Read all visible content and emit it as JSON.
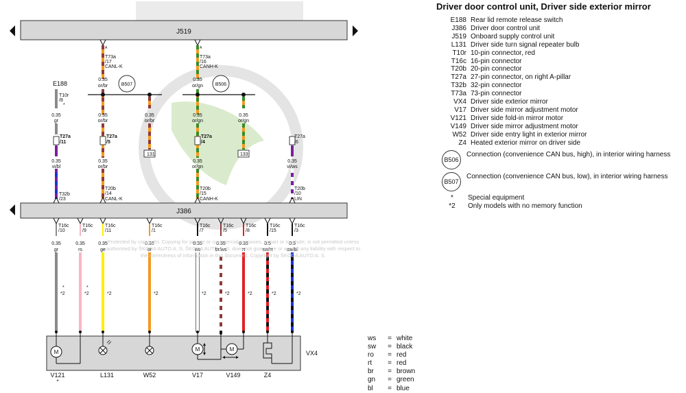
{
  "title": "Driver door control unit, Driver side exterior mirror",
  "watermark": "Protected by copyright. Copying for private or commercial purposes, in part or in whole, is not permitted unless authorised by ŠKODA AUTO A. S. ŠKODA AUTO A. S. does not guarantee or accept any liability with respect to the correctness of information in this document. Copyright by ŠKODA AUTO A. S.",
  "bars": {
    "top": "J519",
    "middle": "J386"
  },
  "components": {
    "e188": "E188",
    "e188_star": "*",
    "vx4": "VX4",
    "bottom": [
      "V121",
      "L131",
      "W52",
      "V17",
      "V149",
      "Z4"
    ],
    "v121_star": "*",
    "b507": "B507",
    "b506": "B506",
    "box131": "131",
    "box133": "133",
    "pin_a": "A"
  },
  "upper_wires": [
    {
      "conn1": "T73a",
      "pin1": "/17",
      "sig1": "CANL-K",
      "g1": "0.35",
      "c1": "or/br",
      "g2": "0.35",
      "c2": "or/br",
      "conn2": "T27a",
      "pin2": "/5",
      "g3": "0.35",
      "c3": "or/br",
      "conn3": "T20b",
      "pin3": "/14",
      "sig3": "CANL-K"
    },
    {
      "conn1": "T73a",
      "pin1": "/16",
      "sig1": "CANH-K",
      "g1": "0.35",
      "c1": "or/gn",
      "g2": "0.35",
      "c2": "or/gn",
      "conn2": "T27a",
      "pin2": "/4",
      "g3": "0.35",
      "c3": "or/gn",
      "conn3": "T20b",
      "pin3": "/15",
      "sig3": "CANH-K"
    },
    {
      "conn0": "T10r",
      "pin0": "/8",
      "star0": "*",
      "g2": "0.35",
      "c2": "gr",
      "conn2": "T27a",
      "pin2": "/11",
      "g3": "0.35",
      "c3": "vi/bl",
      "conn3": "T32b",
      "pin3": "/23"
    },
    {
      "conn2": "T27a",
      "pin2": "/6",
      "g3": "0.35",
      "c3": "vi/ws",
      "conn3": "T20b",
      "pin3": "/10",
      "sig3": "LIN"
    },
    {
      "g2": "0.35",
      "c2": "or/br"
    },
    {
      "g2": "0.35",
      "c2": "or/gn"
    }
  ],
  "lower_wires": [
    {
      "conn": "T16c",
      "pin": "/10",
      "gauge": "0.35",
      "color": "gr",
      "note": "*2",
      "star": "*"
    },
    {
      "conn": "T16c",
      "pin": "/9",
      "gauge": "0.35",
      "color": "rs",
      "note": "*2",
      "star": "*"
    },
    {
      "conn": "T16c",
      "pin": "/11",
      "gauge": "0.35",
      "color": "ge",
      "note": "*2"
    },
    {
      "conn": "T16c",
      "pin": "/1",
      "gauge": "0.35",
      "color": "or",
      "note": "*2"
    },
    {
      "conn": "T16c",
      "pin": "/7",
      "gauge": "0.35",
      "color": "ws",
      "note": "*2"
    },
    {
      "conn": "T16c",
      "pin": "/5",
      "gauge": "0.35",
      "color": "br/ws",
      "note": "*2"
    },
    {
      "conn": "T16c",
      "pin": "/8",
      "gauge": "0.35",
      "color": "rt",
      "note": "*2"
    },
    {
      "conn": "T16c",
      "pin": "/15",
      "gauge": "0.5",
      "color": "sw/rt",
      "note": "*2"
    },
    {
      "conn": "T16c",
      "pin": "/3",
      "gauge": "0.5",
      "color": "sw/bl",
      "note": "*2"
    }
  ],
  "legend": [
    {
      "code": "E188",
      "desc": "Rear lid remote release switch"
    },
    {
      "code": "J386",
      "desc": "Driver door control unit"
    },
    {
      "code": "J519",
      "desc": "Onboard supply control unit"
    },
    {
      "code": "L131",
      "desc": "Driver side turn signal repeater bulb"
    },
    {
      "code": "T10r",
      "desc": "10-pin connector, red"
    },
    {
      "code": "T16c",
      "desc": "16-pin connector"
    },
    {
      "code": "T20b",
      "desc": "20-pin connector"
    },
    {
      "code": "T27a",
      "desc": "27-pin connector, on right A-pillar"
    },
    {
      "code": "T32b",
      "desc": "32-pin connector"
    },
    {
      "code": "T73a",
      "desc": "73-pin connector"
    },
    {
      "code": "VX4",
      "desc": "Driver side exterior mirror"
    },
    {
      "code": "V17",
      "desc": "Driver side mirror adjustment motor"
    },
    {
      "code": "V121",
      "desc": "Driver side fold-in mirror motor"
    },
    {
      "code": "V149",
      "desc": "Driver side mirror adjustment motor"
    },
    {
      "code": "W52",
      "desc": "Driver side entry light in exterior mirror"
    },
    {
      "code": "Z4",
      "desc": "Heated exterior mirror on driver side"
    }
  ],
  "connections": [
    {
      "code": "B506",
      "desc": "Connection (convenience CAN bus, high), in interior wiring harness"
    },
    {
      "code": "B507",
      "desc": "Connection (convenience CAN bus, low), in interior wiring harness"
    }
  ],
  "special": [
    {
      "code": "*",
      "desc": "Special equipment"
    },
    {
      "code": "*2",
      "desc": "Only models with no memory function"
    }
  ],
  "color_key": [
    {
      "abbr": "ws",
      "eq": "=",
      "name": "white"
    },
    {
      "abbr": "sw",
      "eq": "=",
      "name": "black"
    },
    {
      "abbr": "ro",
      "eq": "=",
      "name": "red"
    },
    {
      "abbr": "rt",
      "eq": "=",
      "name": "red"
    },
    {
      "abbr": "br",
      "eq": "=",
      "name": "brown"
    },
    {
      "abbr": "gn",
      "eq": "=",
      "name": "green"
    },
    {
      "abbr": "bl",
      "eq": "=",
      "name": "blue"
    }
  ],
  "colors": {
    "bar_fill": "#d7d7d7",
    "orange": "#f39a1e",
    "brown": "#8e3b3b",
    "green": "#3a8c2a",
    "grey": "#8a8a8a",
    "violet": "#7a1fa0",
    "blue": "#1733d6",
    "pink": "#f7b6c2",
    "yellow": "#ffee00",
    "red": "#e31e24",
    "black": "#111111",
    "logo": "#d8d8d8",
    "logo_green": "#cfe4bf"
  }
}
